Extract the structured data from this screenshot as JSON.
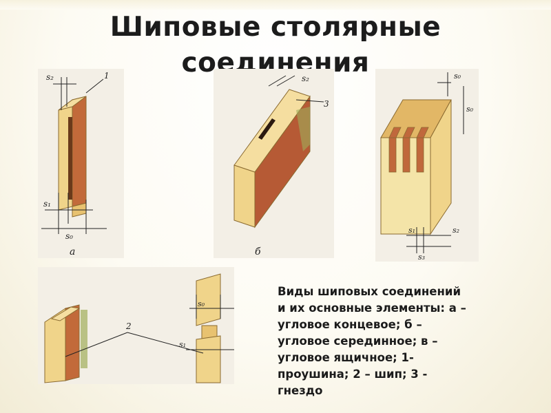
{
  "title": {
    "line1": "Шиповые столярные",
    "line2": "соединения"
  },
  "caption": {
    "line1": "Виды шиповых соединений",
    "line2": "и их основные элементы: а –",
    "line3": "угловое концевое; б –",
    "line4": "угловое серединное; в –",
    "line5": "угловое ящичное; 1-",
    "line6": "проушина; 2 – шип; 3 -",
    "line7": "гнездо"
  },
  "figures": {
    "a": {
      "label": "а",
      "s2": "s₂",
      "s1": "s₁",
      "s0": "s₀",
      "num": "1"
    },
    "b": {
      "label": "б",
      "s2": "s₂",
      "num": "3"
    },
    "v": {
      "s0_top": "s₀",
      "s0_side": "s₀",
      "s1": "s₁",
      "s2": "s₂",
      "s3": "s₃"
    },
    "d": {
      "s0": "s₀",
      "s1": "s₁",
      "num": "2"
    }
  },
  "colors": {
    "wood_light": "#f0d48a",
    "wood_mid": "#e0b060",
    "wood_dark": "#b4552f",
    "wood_green": "#9fae5a",
    "background": "#fdfbf3"
  }
}
